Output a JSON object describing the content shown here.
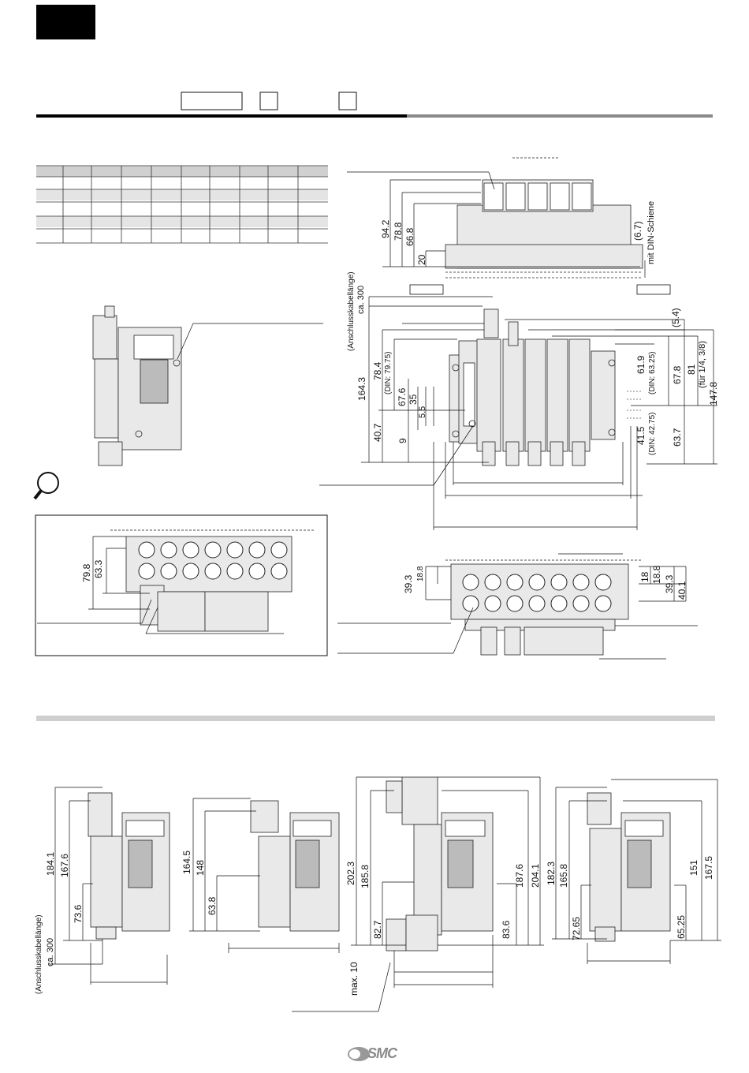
{
  "colors": {
    "ink": "#111111",
    "grey_band": "#cfcfcf",
    "component_fill": "#e6e6e6",
    "black_tab": "#000000"
  },
  "icons": {
    "magnifier": "magnifier-icon",
    "brand_logo": "smc-logo"
  },
  "logo": {
    "text": "SMC"
  },
  "top_right_dims": {
    "left": [
      "94.2",
      "78.8",
      "66.8",
      "20"
    ],
    "right_a": "(6.7)",
    "right_b": "mit DIN-Schiene"
  },
  "front_view_dims": {
    "cable_label": "(Anschlusskabellänge)",
    "cable_len": "ca. 300",
    "overall_height": "164.3",
    "dim_78_4": "78.4",
    "din_79_75": "(DIN: 79.75)",
    "dim_67_6": "67.6",
    "dim_35": "35",
    "dim_5_5": "5.5",
    "dim_40_7": "40.7",
    "dim_9": "9",
    "right_5_4": "(5.4)",
    "right_61_9": "61.9",
    "din_63_25": "(DIN: 63.25)",
    "right_67_8": "67.8",
    "right_81": "81",
    "fuer": "(für 1/4, 3/8)",
    "right_147_8": "147.8",
    "right_41_5": "41.5",
    "din_42_75": "(DIN: 42.75)",
    "right_63_7": "63.7"
  },
  "detail_box_dims": {
    "d1": "79.8",
    "d2": "63.3"
  },
  "lower_right_dims": {
    "l1": "39.3",
    "l2": "18.8",
    "r1": "18",
    "r2": "18.8",
    "r3": "39.3",
    "r4": "40.1"
  },
  "side_views": {
    "v1": {
      "a": "184.1",
      "b": "167.6",
      "c": "73.6",
      "cable_label": "(Anschlusskabellänge)",
      "cable_len": "ca. 300"
    },
    "v2": {
      "a": "164.5",
      "b": "148",
      "c": "63.8"
    },
    "v3": {
      "a": "202.3",
      "b": "185.8",
      "c": "82.7",
      "d": "187.6",
      "e": "204.1",
      "f": "83.6",
      "g": "max. 10"
    },
    "v4": {
      "a": "182.3",
      "b": "165.8",
      "c": "72.65",
      "d": "151",
      "e": "167.5",
      "f": "65.25"
    }
  }
}
